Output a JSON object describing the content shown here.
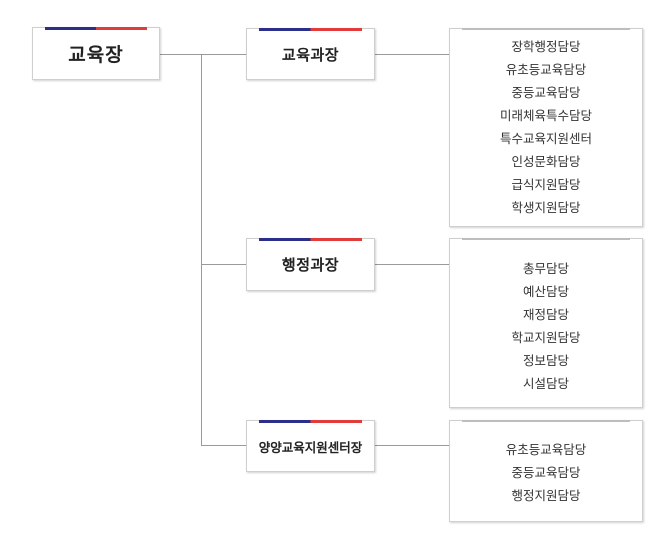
{
  "head": {
    "title": "교육장"
  },
  "departments": [
    {
      "title": "교육과장",
      "teams": [
        "장학행정담당",
        "유초등교육담당",
        "중등교육담당",
        "미래체육특수담당",
        "특수교육지원센터",
        "인성문화담당",
        "급식지원담당",
        "학생지원담당"
      ]
    },
    {
      "title": "행정과장",
      "teams": [
        "총무담당",
        "예산담당",
        "재정담당",
        "학교지원담당",
        "정보담당",
        "시설담당"
      ]
    },
    {
      "title": "양양교육지원센터장",
      "teams": [
        "유초등교육담당",
        "중등교육담당",
        "행정지원담당"
      ]
    }
  ],
  "colors": {
    "accent_blue": "#2b2f8a",
    "accent_red": "#e23b3b",
    "connector": "#9a9a9a",
    "border": "#cfcfcf"
  }
}
